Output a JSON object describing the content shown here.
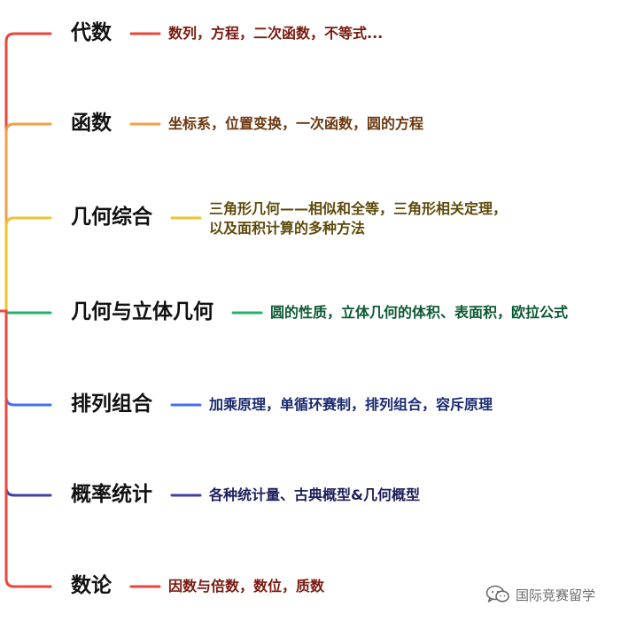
{
  "branches": [
    {
      "topic": "代数",
      "detail_lines": [
        "数列，方程，二次函数，不等式..."
      ],
      "color": "#e8483b",
      "text_color": "#7a1a10"
    },
    {
      "topic": "函数",
      "detail_lines": [
        "坐标系，位置变换，一次函数，圆的方程"
      ],
      "color": "#f0a04b",
      "text_color": "#6b3a10"
    },
    {
      "topic": "几何综合",
      "detail_lines": [
        "三角形几何——相似和全等，三角形相关定理，",
        "以及面积计算的多种方法"
      ],
      "color": "#f2c12e",
      "text_color": "#5e4a0a"
    },
    {
      "topic": "几何与立体几何",
      "detail_lines": [
        "圆的性质，立体几何的体积、表面积，欧拉公式"
      ],
      "color": "#20b36b",
      "text_color": "#0d5a34"
    },
    {
      "topic": "排列组合",
      "detail_lines": [
        "加乘原理，单循环赛制，排列组合，容斥原理"
      ],
      "color": "#4a6cf0",
      "text_color": "#1a2a70"
    },
    {
      "topic": "概率统计",
      "detail_lines": [
        "各种统计量、古典概型&几何概型"
      ],
      "color": "#3f3fa8",
      "text_color": "#1e1e5c"
    },
    {
      "topic": "数论",
      "detail_lines": [
        "因数与倍数，数位，质数"
      ],
      "color": "#e8483b",
      "text_color": "#7a1a10"
    }
  ],
  "watermark": {
    "text": "国际竞赛留学",
    "icon": "wechat-bubble-icon"
  }
}
